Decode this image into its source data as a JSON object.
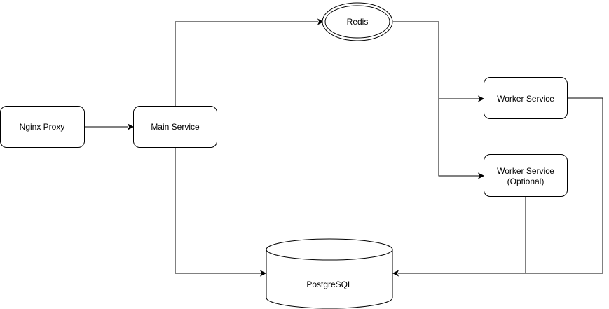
{
  "nodes": {
    "nginx": {
      "label": "Nginx Proxy"
    },
    "main": {
      "label": "Main Service"
    },
    "redis": {
      "label": "Redis"
    },
    "worker": {
      "label": "Worker Service"
    },
    "worker_optional": {
      "line1": "Worker Service",
      "line2": "(Optional)"
    },
    "postgres": {
      "label": "PostgreSQL"
    }
  }
}
